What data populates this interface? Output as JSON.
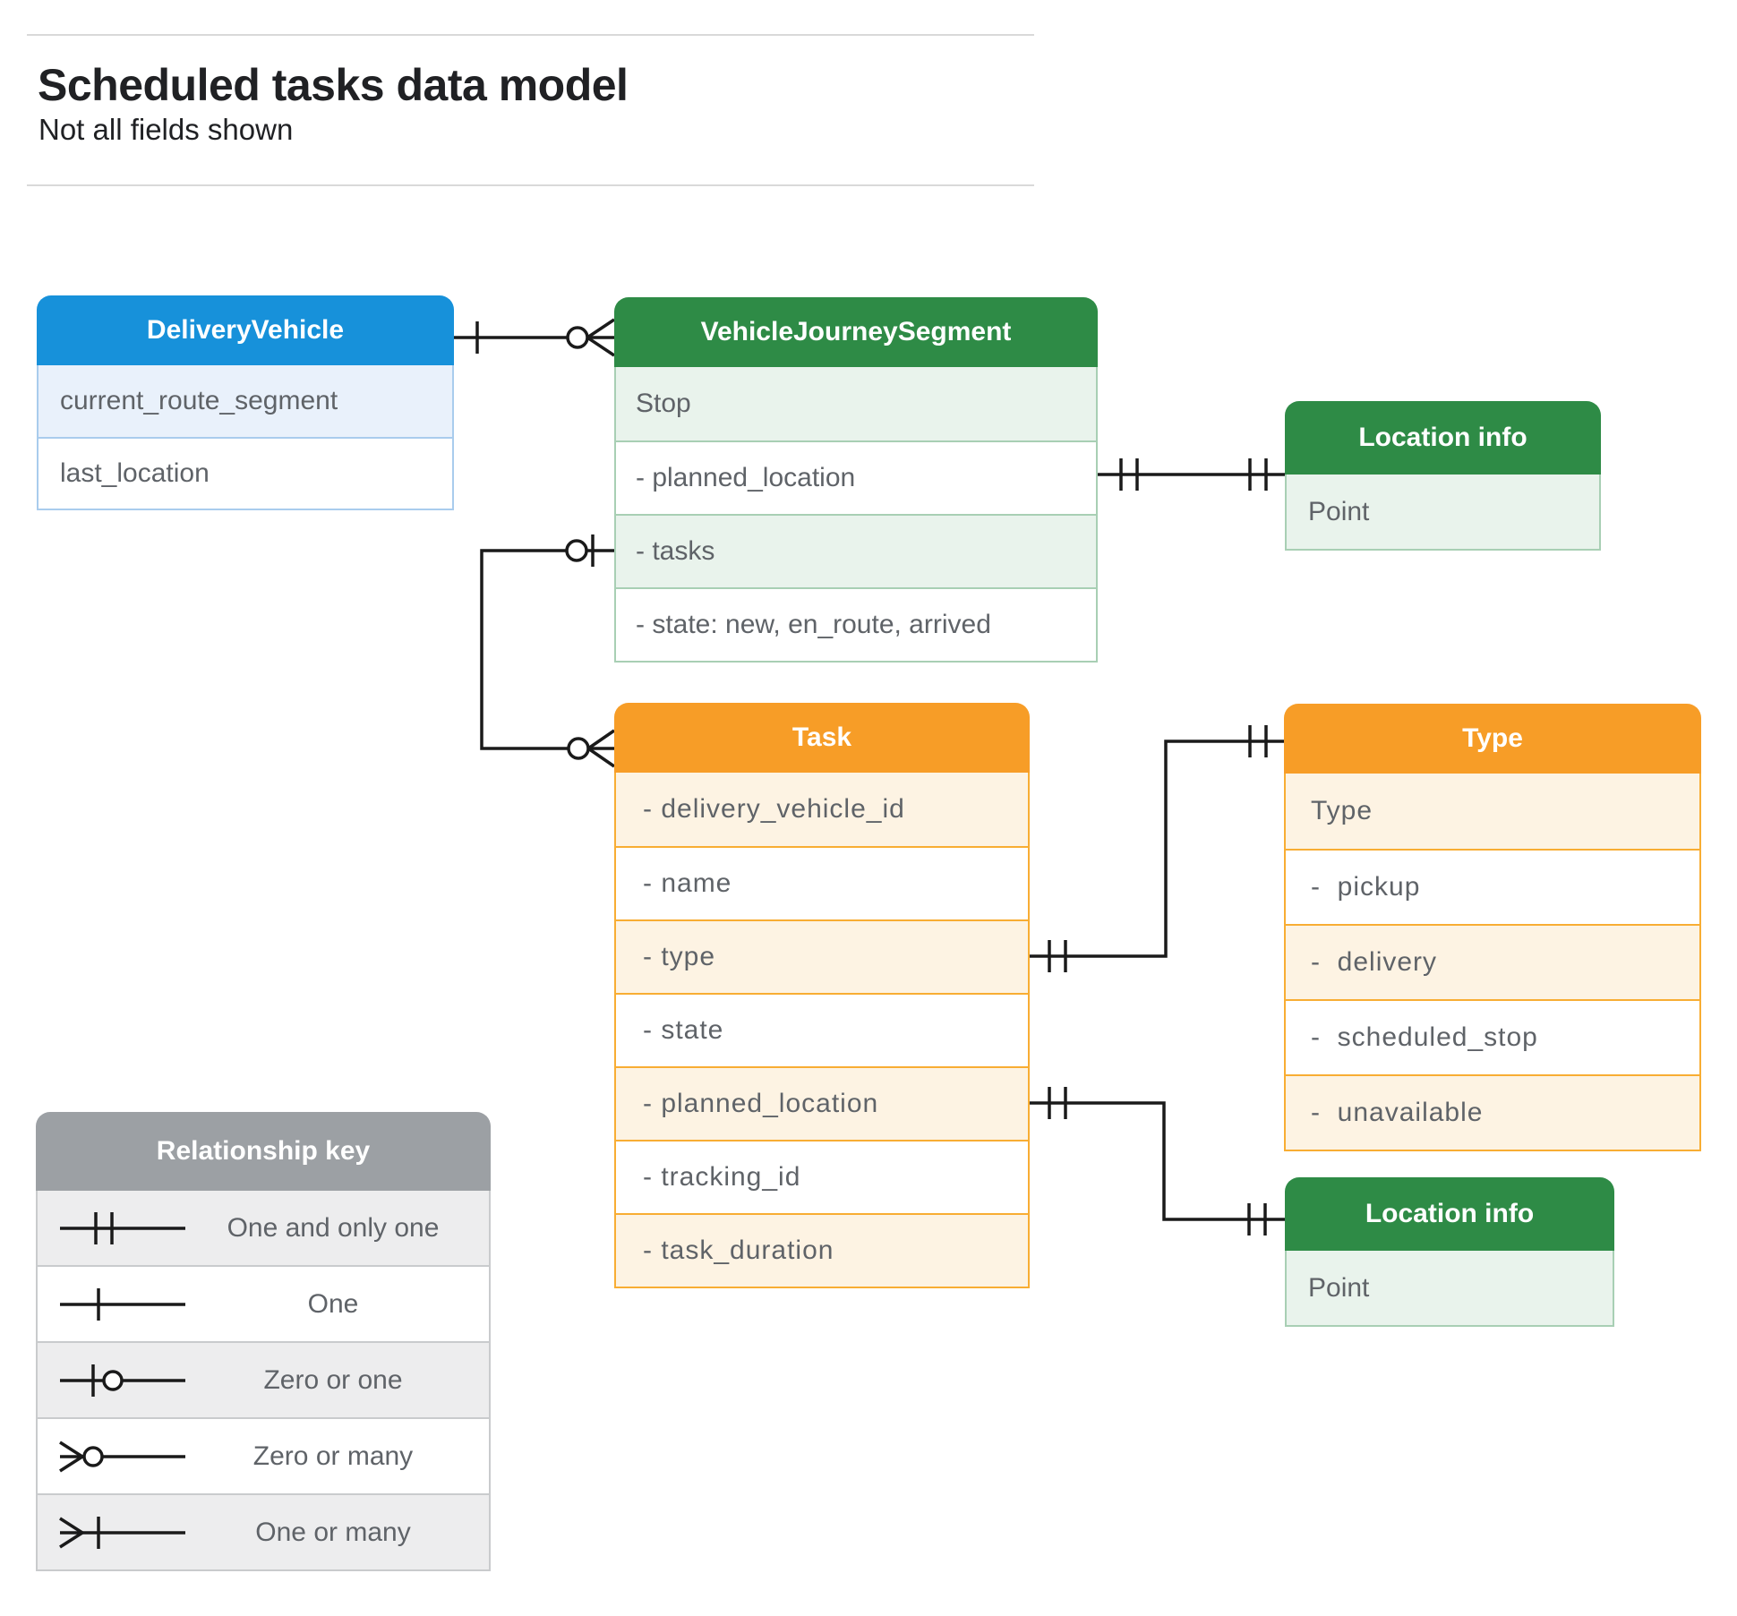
{
  "page": {
    "title": "Scheduled tasks data model",
    "subtitle": "Not all fields shown"
  },
  "entities": {
    "delivery_vehicle": {
      "title": "DeliveryVehicle",
      "fields": [
        "current_route_segment",
        "last_location"
      ]
    },
    "vehicle_journey_segment": {
      "title": "VehicleJourneySegment",
      "fields": [
        "Stop",
        "- planned_location",
        "- tasks",
        "- state: new, en_route, arrived"
      ]
    },
    "location_info_top": {
      "title": "Location info",
      "fields": [
        "Point"
      ]
    },
    "task": {
      "title": "Task",
      "fields": [
        "- delivery_vehicle_id",
        "- name",
        "- type",
        "- state",
        "- planned_location",
        "- tracking_id",
        "- task_duration"
      ]
    },
    "type": {
      "title": "Type",
      "fields": [
        "Type",
        "-  pickup",
        "-  delivery",
        "-  scheduled_stop",
        "-  unavailable"
      ]
    },
    "location_info_bottom": {
      "title": "Location info",
      "fields": [
        "Point"
      ]
    }
  },
  "relationships": [
    {
      "from": "DeliveryVehicle",
      "to": "VehicleJourneySegment",
      "from_cardinality": "one",
      "to_cardinality": "zero-or-many"
    },
    {
      "from": "VehicleJourneySegment.planned_location",
      "to": "Location info",
      "from_cardinality": "one-and-only-one",
      "to_cardinality": "one-and-only-one"
    },
    {
      "from": "VehicleJourneySegment.tasks",
      "to": "Task",
      "from_cardinality": "zero-or-one",
      "to_cardinality": "zero-or-many"
    },
    {
      "from": "Task.type",
      "to": "Type",
      "from_cardinality": "one-and-only-one",
      "to_cardinality": "one-and-only-one"
    },
    {
      "from": "Task.planned_location",
      "to": "Location info",
      "from_cardinality": "one-and-only-one",
      "to_cardinality": "one-and-only-one"
    }
  ],
  "legend": {
    "title": "Relationship key",
    "items": [
      {
        "symbol": "one-and-only-one",
        "label": "One and only one"
      },
      {
        "symbol": "one",
        "label": "One"
      },
      {
        "symbol": "zero-or-one",
        "label": "Zero or one"
      },
      {
        "symbol": "zero-or-many",
        "label": "Zero or many"
      },
      {
        "symbol": "one-or-many",
        "label": "One or many"
      }
    ]
  },
  "colors": {
    "blue_header": "#1791da",
    "blue_tint": "#e9f1fb",
    "blue_border": "#a9cced",
    "green_header": "#2e8b46",
    "green_tint": "#e9f3ec",
    "green_border": "#a8cfb4",
    "orange_header": "#f79d27",
    "orange_tint": "#fdf3e3",
    "orange_border": "#f8ad33",
    "gray_header": "#9ca0a4",
    "gray_tint": "#ededee",
    "gray_border": "#c9cbcd",
    "row_text": "#5f6368",
    "wire": "#1a1a1a"
  }
}
